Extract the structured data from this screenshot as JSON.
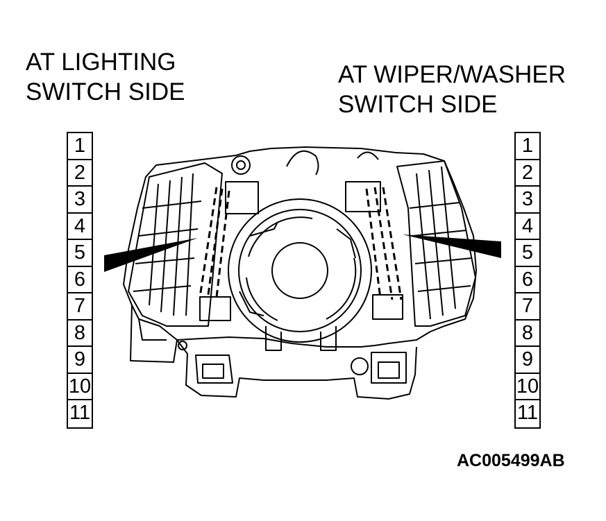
{
  "labels": {
    "left_line1": "AT LIGHTING",
    "left_line2": "SWITCH SIDE",
    "right_line1": "AT WIPER/WASHER",
    "right_line2": "SWITCH SIDE"
  },
  "left_pins": [
    "1",
    "2",
    "3",
    "4",
    "5",
    "6",
    "7",
    "8",
    "9",
    "10",
    "11"
  ],
  "right_pins": [
    "1",
    "2",
    "3",
    "4",
    "5",
    "6",
    "7",
    "8",
    "9",
    "10",
    "11"
  ],
  "diagram_code": "AC005499AB"
}
